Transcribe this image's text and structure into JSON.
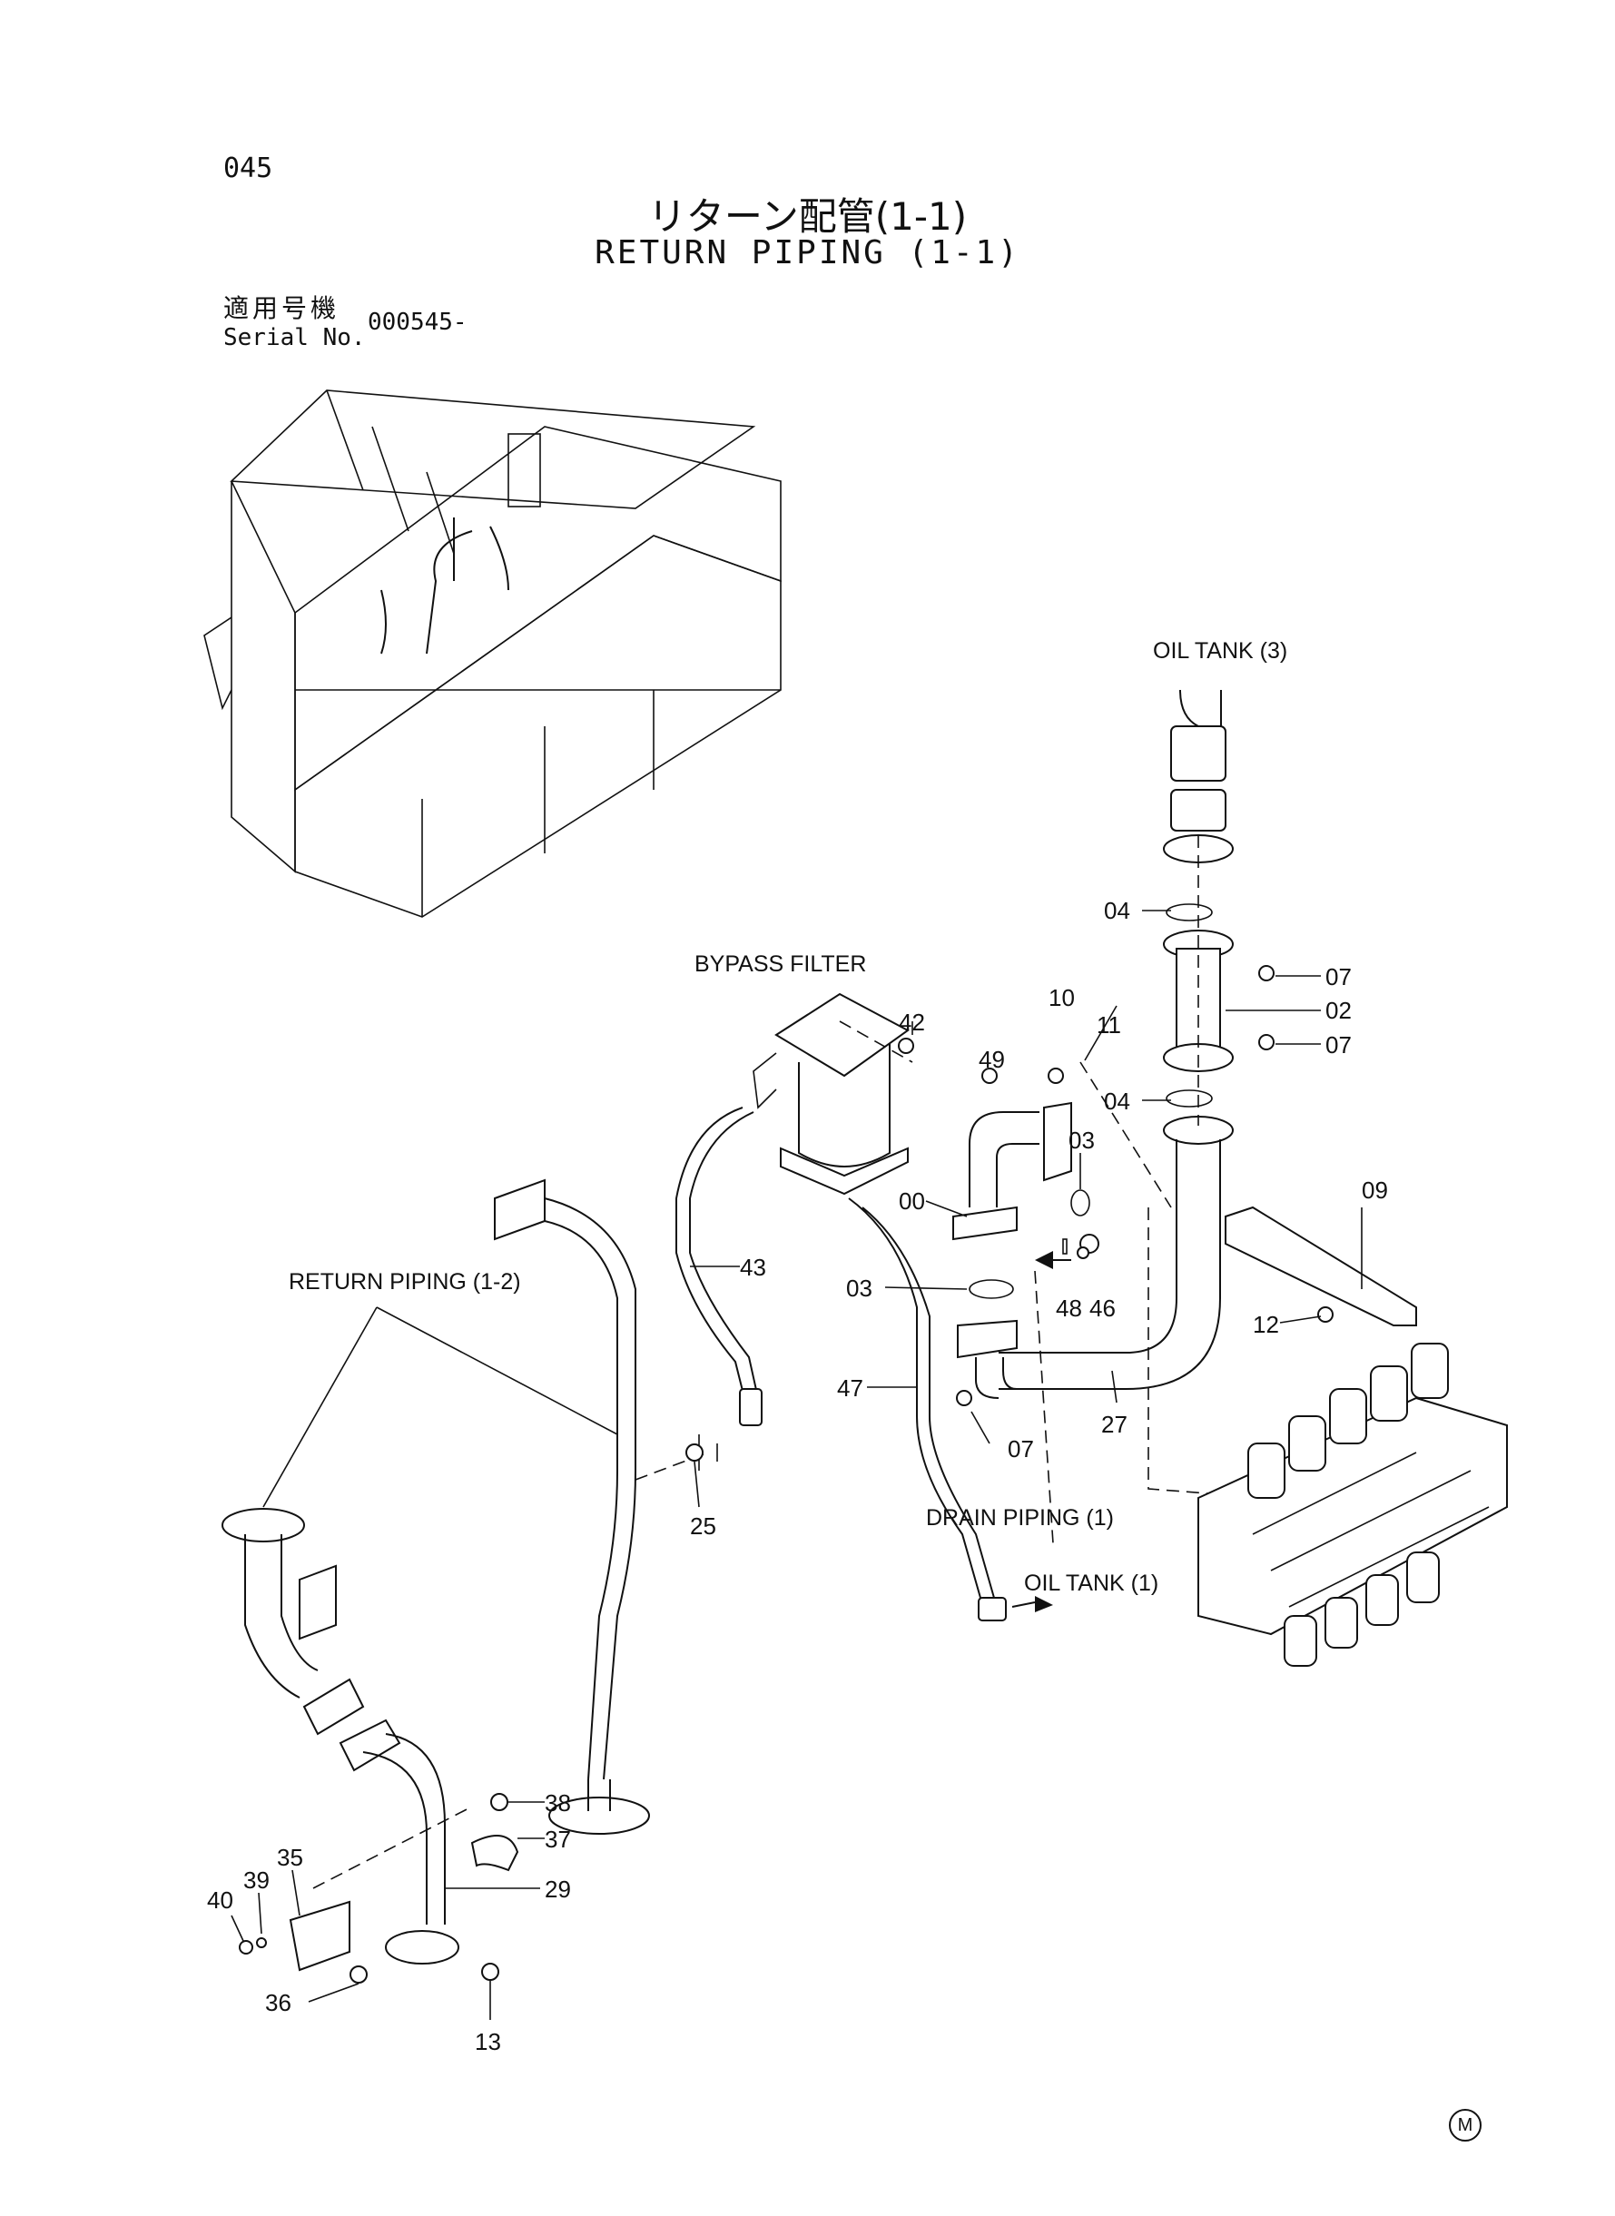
{
  "header": {
    "page_number": "045",
    "title_jp": "リターン配管(1-1)",
    "title_en": "RETURN PIPING (1-1)",
    "serial_label_jp": "適用号機",
    "serial_label_en": "Serial No.",
    "serial_value": "000545-"
  },
  "captions": {
    "oil_tank_3": "OIL TANK (3)",
    "bypass_filter": "BYPASS FILTER",
    "return_piping_1_2": "RETURN PIPING (1-2)",
    "drain_piping_1": "DRAIN PIPING (1)",
    "oil_tank_1": "OIL TANK (1)"
  },
  "parts": {
    "p00": "00",
    "p02": "02",
    "p03a": "03",
    "p03b": "03",
    "p04a": "04",
    "p04b": "04",
    "p07a": "07",
    "p07b": "07",
    "p07c": "07",
    "p09": "09",
    "p10": "10",
    "p11": "11",
    "p12": "12",
    "p13": "13",
    "p25": "25",
    "p27": "27",
    "p29": "29",
    "p35": "35",
    "p36": "36",
    "p37": "37",
    "p38": "38",
    "p39": "39",
    "p40": "40",
    "p42": "42",
    "p43": "43",
    "p46": "46",
    "p47": "47",
    "p48": "48",
    "p49": "49"
  },
  "corner_mark": "M"
}
